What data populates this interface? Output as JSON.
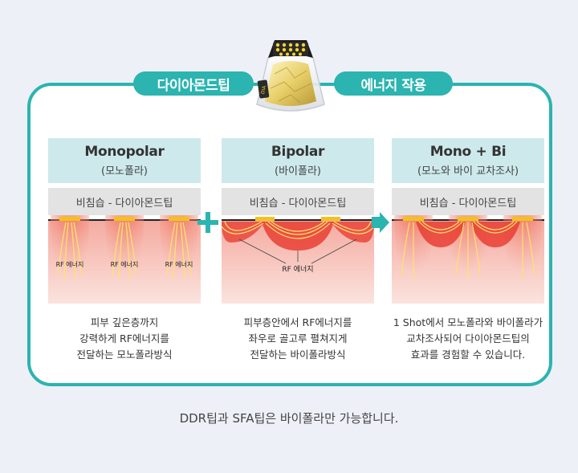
{
  "header": {
    "left_pill": "다이아몬드팁",
    "right_pill": "에너지 작용",
    "device_label": "DIA"
  },
  "panels": [
    {
      "title": "Monopolar",
      "subtitle": "(모노폴라)",
      "bar_label": "비침습 - 다이아몬드팁",
      "rf_labels": [
        "RF 에너지",
        "RF 에너지",
        "RF 에너지"
      ],
      "description": [
        "피부 깊은층까지",
        "강력하게 RF에너지를",
        "전달하는 모노폴라방식"
      ]
    },
    {
      "title": "Bipolar",
      "subtitle": "(바이폴라)",
      "bar_label": "비침습 - 다이아몬드팁",
      "rf_labels": [
        "RF 에너지"
      ],
      "description": [
        "피부층안에서 RF에너지를",
        "좌우로 골고루 펼쳐지게",
        "전달하는 바이폴라방식"
      ]
    },
    {
      "title": "Mono + Bi",
      "subtitle": "(모노와 바이 교차조사)",
      "bar_label": "비침습 - 다이아몬드팁",
      "rf_labels": [],
      "description": [
        "1 Shot에서 모노폴라와 바이폴라가",
        "교차조사되어 다이아몬드팁의",
        "효과를 경험할 수 있습니다."
      ]
    }
  ],
  "connectors": {
    "plus": "plus-icon",
    "arrow": "arrow-right-icon"
  },
  "footnote": "DDR팁과 SFA팁은 바이폴라만 가능합니다.",
  "colors": {
    "accent": "#2bb4b0",
    "panel_header": "#cde9ec",
    "skin": "#f8cfc6",
    "energy": "#e8372c",
    "tip": "#f2c21b"
  }
}
